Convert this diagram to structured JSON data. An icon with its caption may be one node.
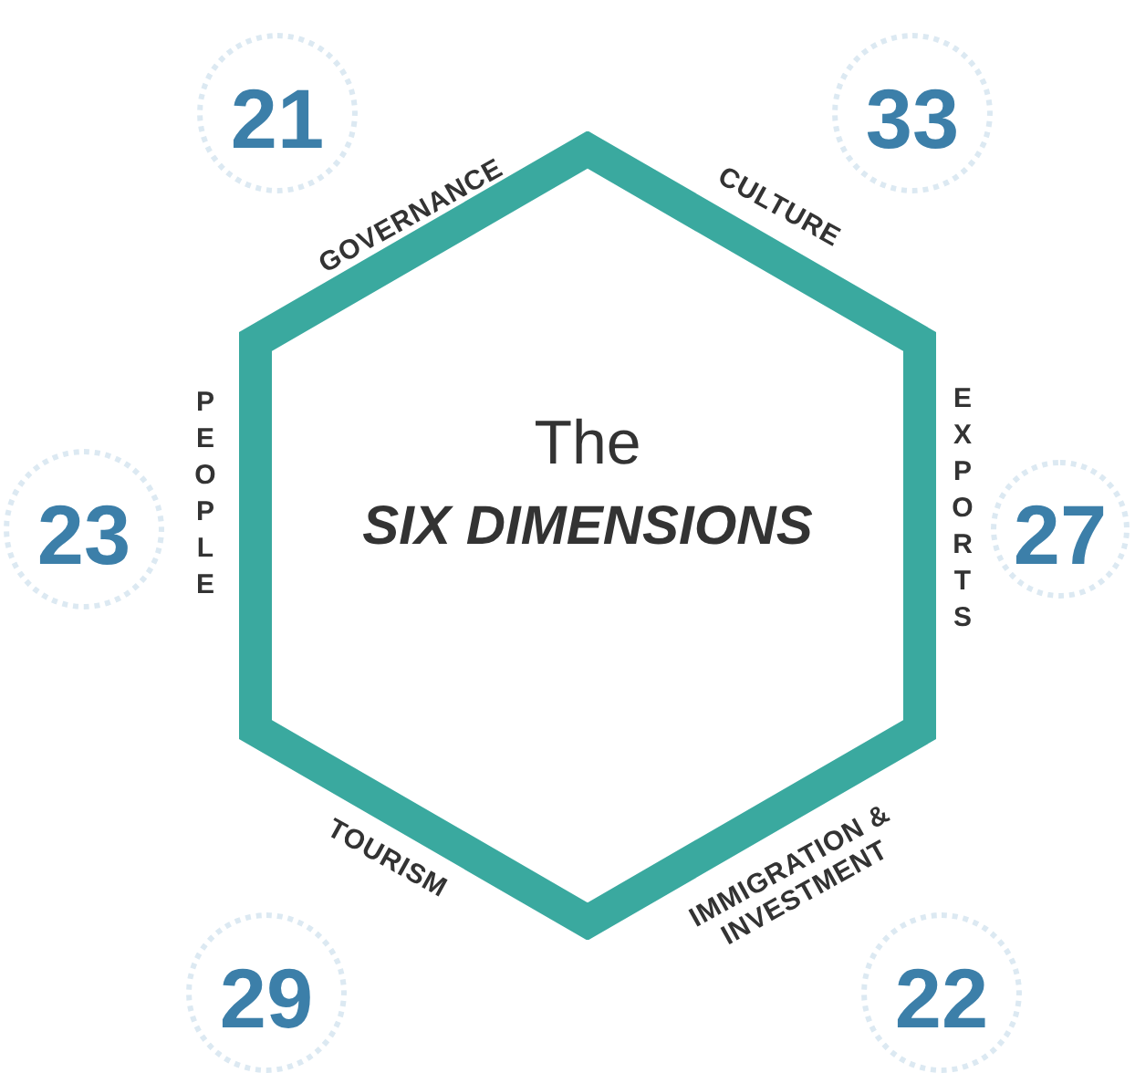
{
  "diagram": {
    "nodes": [
      {
        "text": [
          "The",
          "SIX DIMENSIONS"
        ]
      }
    ],
    "labels": [
      "21",
      "33",
      "GOVERNANCE",
      "CULTURE",
      "PEOPLE",
      "EXPORTS",
      "23",
      "27",
      "TOURISM",
      "IMMIGRATION & INVESTMENT",
      "29",
      "22"
    ]
  }
}
